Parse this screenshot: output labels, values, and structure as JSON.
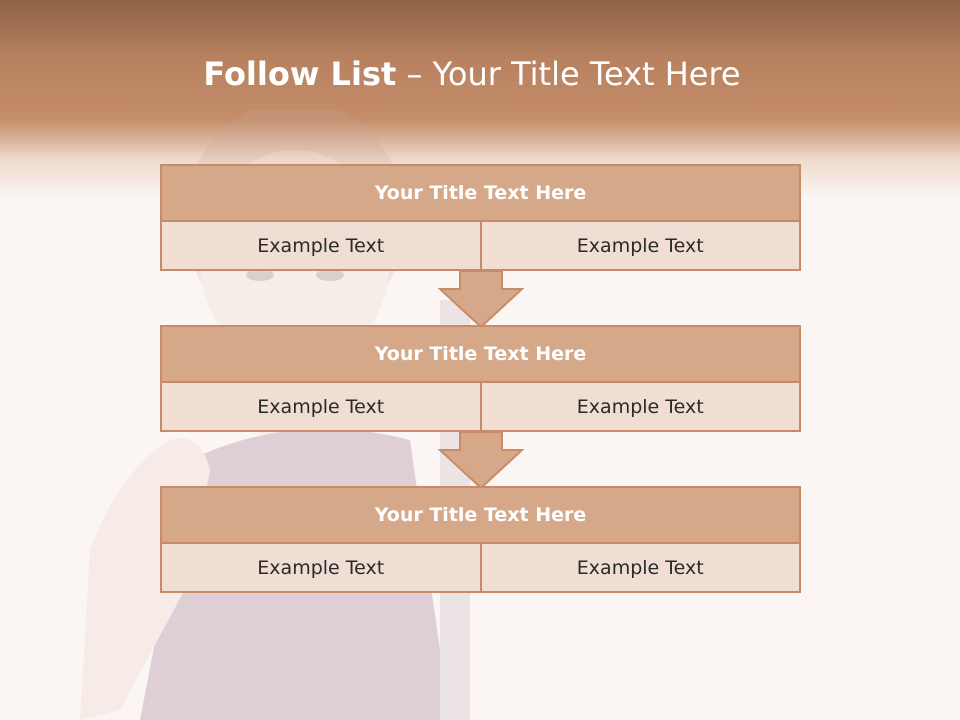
{
  "slide": {
    "title_bold": "Follow List",
    "title_rest": " – Your Title Text Here"
  },
  "steps": [
    {
      "title": "Your Title Text Here",
      "left": "Example Text",
      "right": "Example Text"
    },
    {
      "title": "Your Title Text Here",
      "left": "Example Text",
      "right": "Example Text"
    },
    {
      "title": "Your Title Text Here",
      "left": "Example Text",
      "right": "Example Text"
    }
  ],
  "colors": {
    "accent": "#c78c67",
    "box_header": "#d5a88a",
    "box_body": "#f0ddd4",
    "header_band": "#c58d6a"
  }
}
